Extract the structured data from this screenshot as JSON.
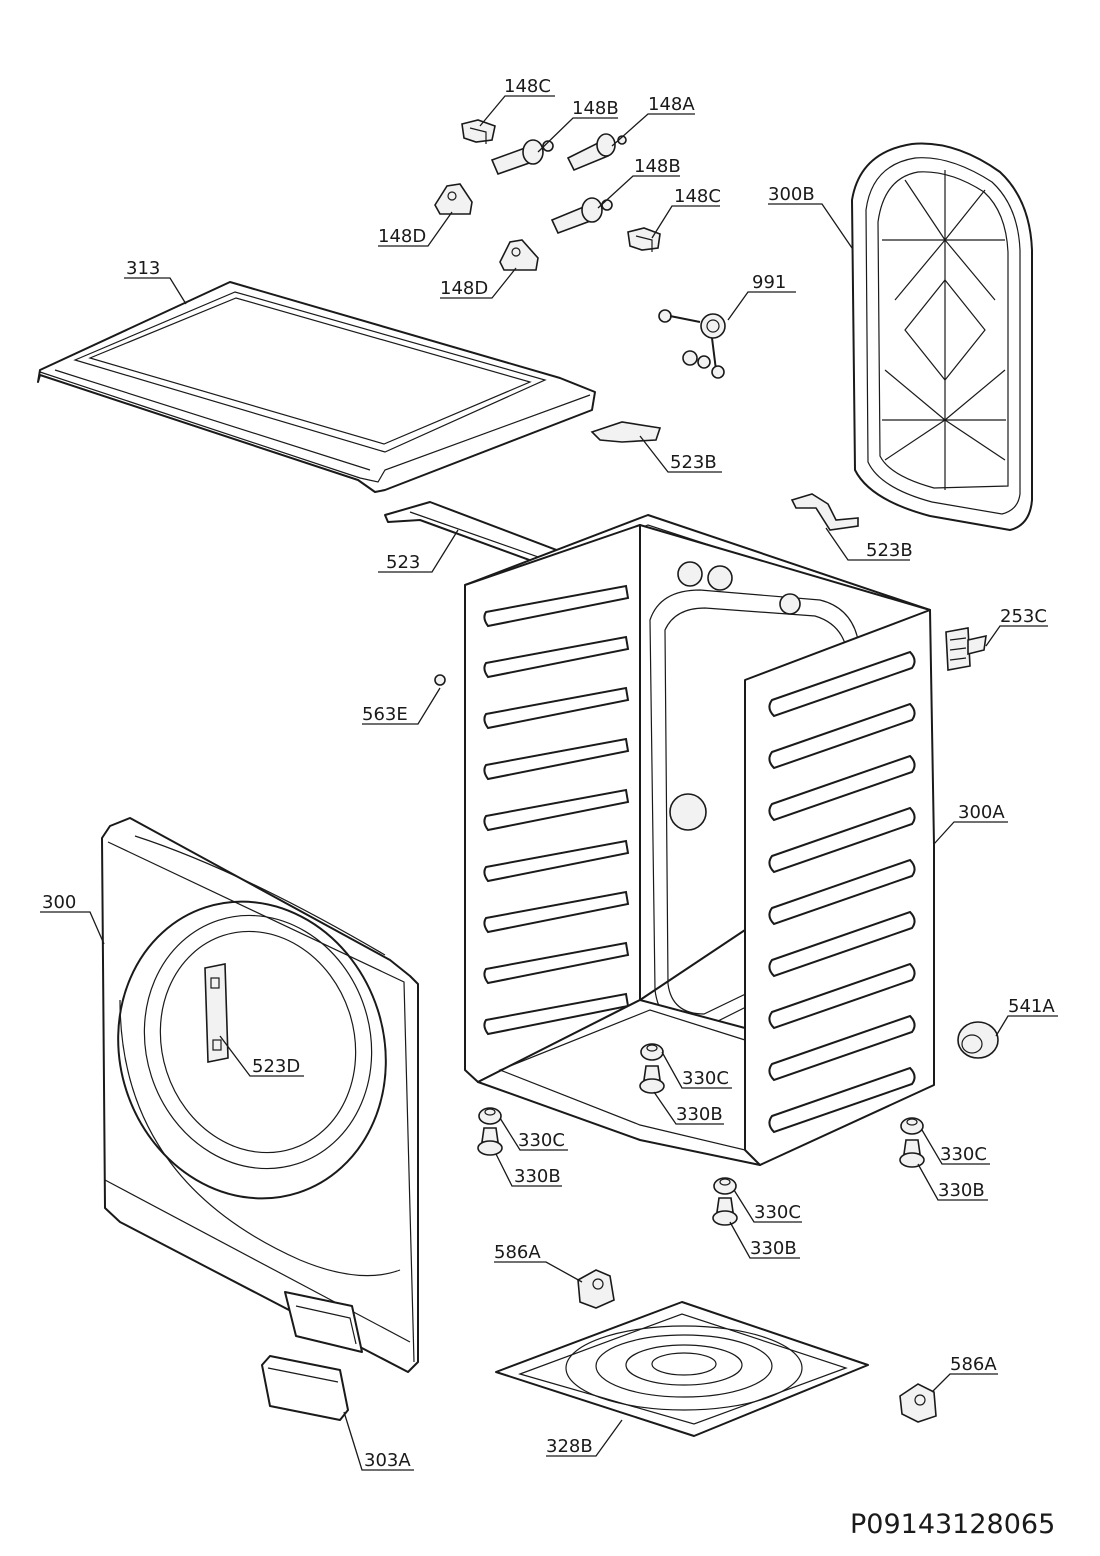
{
  "labels": {
    "l_148C_top": "148C",
    "l_148B_top": "148B",
    "l_148A": "148A",
    "l_148B_mid": "148B",
    "l_148C_mid": "148C",
    "l_148D_top": "148D",
    "l_148D_bot": "148D",
    "l_300B": "300B",
    "l_313": "313",
    "l_991": "991",
    "l_523B_top": "523B",
    "l_523B_right": "523B",
    "l_523": "523",
    "l_253C": "253C",
    "l_563E": "563E",
    "l_300A": "300A",
    "l_300": "300",
    "l_523D": "523D",
    "l_541A": "541A",
    "l_330C_mid": "330C",
    "l_330B_mid": "330B",
    "l_330C_left": "330C",
    "l_330B_left": "330B",
    "l_330C_right": "330C",
    "l_330B_right": "330B",
    "l_330C_bot": "330C",
    "l_330B_bot": "330B",
    "l_586A_left": "586A",
    "l_586A_right": "586A",
    "l_328B": "328B",
    "l_303A": "303A"
  },
  "document_code": "P09143128065"
}
